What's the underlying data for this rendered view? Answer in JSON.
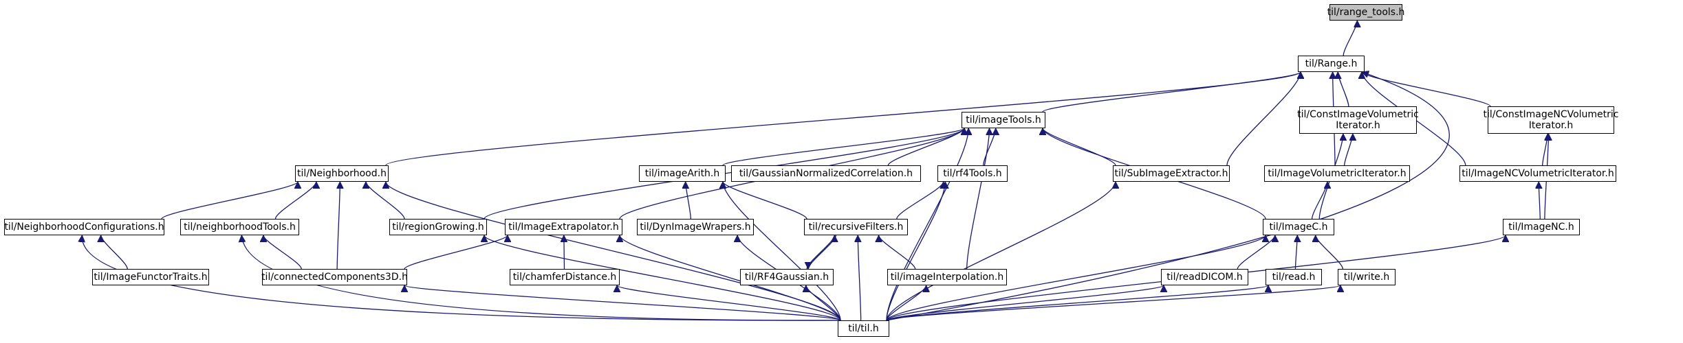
{
  "colors": {
    "edge": "#191970",
    "box_border": "#000000",
    "root_fill": "#bfbfbf",
    "box_fill": "#ffffff"
  },
  "nodes": {
    "range_tools": "til/range_tools.h",
    "range": "til/Range.h",
    "imagetools": "til/imageTools.h",
    "constimagevolumetric": "til/ConstImageVolumetric\nIterator.h",
    "constimagencvolumetric": "til/ConstImageNCVolumetric\nIterator.h",
    "neighborhood": "til/Neighborhood.h",
    "imagearith": "til/imageArith.h",
    "gaussiannormalized": "til/GaussianNormalizedCorrelation.h",
    "rf4tools": "til/rf4Tools.h",
    "subimageextractor": "til/SubImageExtractor.h",
    "imagevolumetricit": "til/ImageVolumetricIterator.h",
    "imagencvolumetricit": "til/ImageNCVolumetricIterator.h",
    "neighborhoodconfigs": "til/NeighborhoodConfigurations.h",
    "neighborhoodtools": "til/neighborhoodTools.h",
    "regiongrowing": "til/regionGrowing.h",
    "imageextrapolator": "til/ImageExtrapolator.h",
    "dynimagewrapers": "til/DynImageWrapers.h",
    "recursivefilters": "til/recursiveFilters.h",
    "imagec": "til/ImageC.h",
    "imagenc": "til/ImageNC.h",
    "imagefunctortraits": "til/ImageFunctorTraits.h",
    "connectedcomponents": "til/connectedComponents3D.h",
    "chamferdistance": "til/chamferDistance.h",
    "rf4gaussian": "til/RF4Gaussian.h",
    "imageinterpolation": "til/imageInterpolation.h",
    "readdicom": "til/readDICOM.h",
    "read": "til/read.h",
    "write": "til/write.h",
    "til": "til/til.h"
  }
}
